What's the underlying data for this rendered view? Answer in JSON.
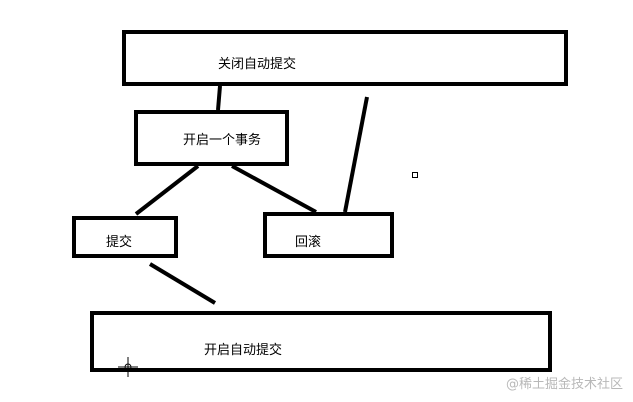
{
  "diagram": {
    "nodes": {
      "top": "关闭自动提交",
      "transaction": "开启一个事务",
      "commit": "提交",
      "rollback": "回滚",
      "bottom": "开启自动提交"
    },
    "edges": [
      {
        "from": "top",
        "to": "transaction"
      },
      {
        "from": "top",
        "to": "rollback"
      },
      {
        "from": "transaction",
        "to": "commit"
      },
      {
        "from": "transaction",
        "to": "rollback"
      },
      {
        "from": "commit",
        "to": "bottom"
      }
    ]
  },
  "watermark": "@稀土掘金技术社区",
  "colors": {
    "stroke": "#000000",
    "watermark": "#b8b8b8"
  }
}
